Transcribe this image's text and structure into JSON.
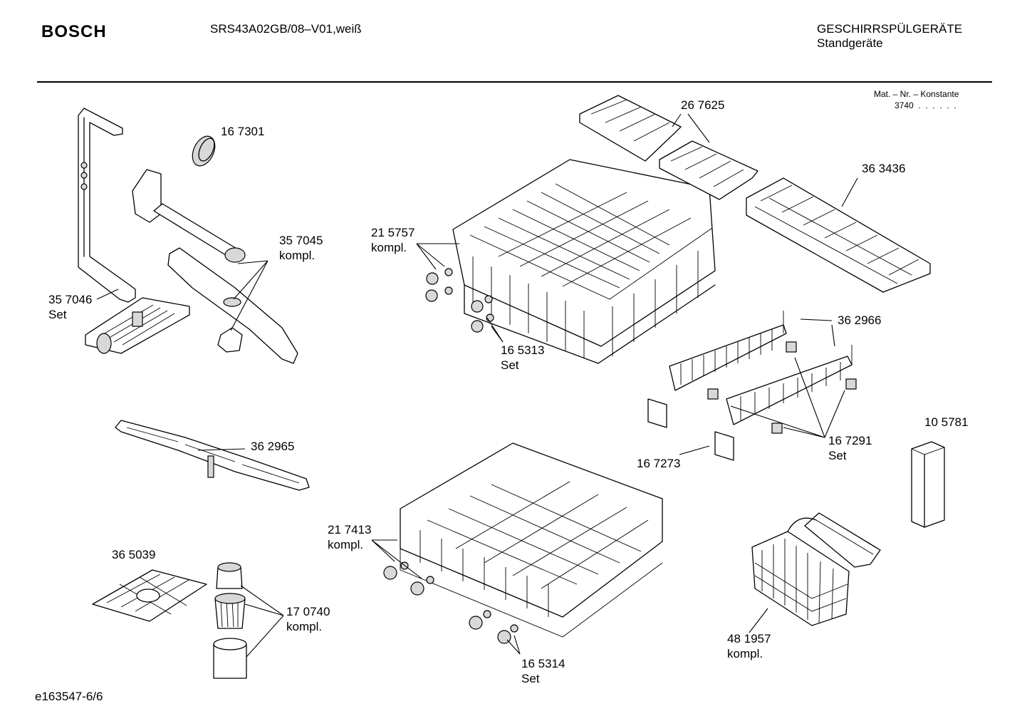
{
  "header": {
    "brand": "BOSCH",
    "model": "SRS43A02GB/08–V01,weiß",
    "category": "GESCHIRRSPÜLGERÄTE",
    "subcategory": "Standgeräte"
  },
  "mat_nr": {
    "label": "Mat. – Nr. – Konstante",
    "value": "3740  .  .  .  .  .  ."
  },
  "footer": {
    "code": "e163547-6/6"
  },
  "parts": {
    "p167301": {
      "num": "16 7301"
    },
    "p357045": {
      "num": "35 7045",
      "sub": "kompl."
    },
    "p357046": {
      "num": "35 7046",
      "sub": "Set"
    },
    "p215757": {
      "num": "21 5757",
      "sub": "kompl."
    },
    "p165313": {
      "num": "16 5313",
      "sub": "Set"
    },
    "p267625": {
      "num": "26 7625"
    },
    "p363436": {
      "num": "36 3436"
    },
    "p362966": {
      "num": "36 2966"
    },
    "p167273": {
      "num": "16 7273"
    },
    "p167291": {
      "num": "16 7291",
      "sub": "Set"
    },
    "p105781": {
      "num": "10 5781"
    },
    "p362965": {
      "num": "36 2965"
    },
    "p365039": {
      "num": "36 5039"
    },
    "p170740": {
      "num": "17 0740",
      "sub": "kompl."
    },
    "p217413": {
      "num": "21 7413",
      "sub": "kompl."
    },
    "p165314": {
      "num": "16 5314",
      "sub": "Set"
    },
    "p481957": {
      "num": "48 1957",
      "sub": "kompl."
    }
  }
}
